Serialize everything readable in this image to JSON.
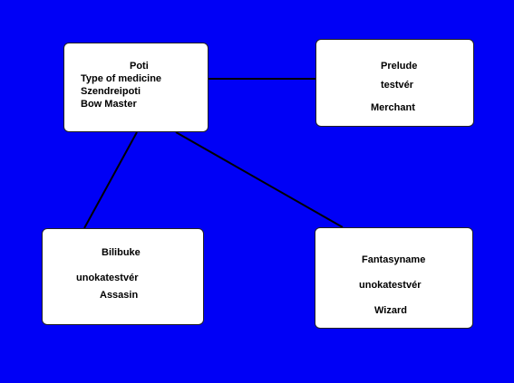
{
  "nodes": {
    "poti": {
      "lines": [
        "Poti",
        "Type of medicine",
        "Szendreipoti",
        "Bow Master"
      ]
    },
    "prelude": {
      "lines": [
        "Prelude",
        "testvér",
        "Merchant"
      ]
    },
    "bilibuke": {
      "lines": [
        "Bilibuke",
        "unokatestvér",
        "Assasin"
      ]
    },
    "fantasyname": {
      "lines": [
        "Fantasyname",
        "unokatestvér",
        "Wizard"
      ]
    }
  },
  "connections": [
    {
      "from": "poti",
      "to": "prelude"
    },
    {
      "from": "poti",
      "to": "bilibuke"
    },
    {
      "from": "poti",
      "to": "fantasyname"
    }
  ],
  "colors": {
    "background": "#0000f6",
    "node_fill": "#ffffff",
    "line": "#000000"
  }
}
